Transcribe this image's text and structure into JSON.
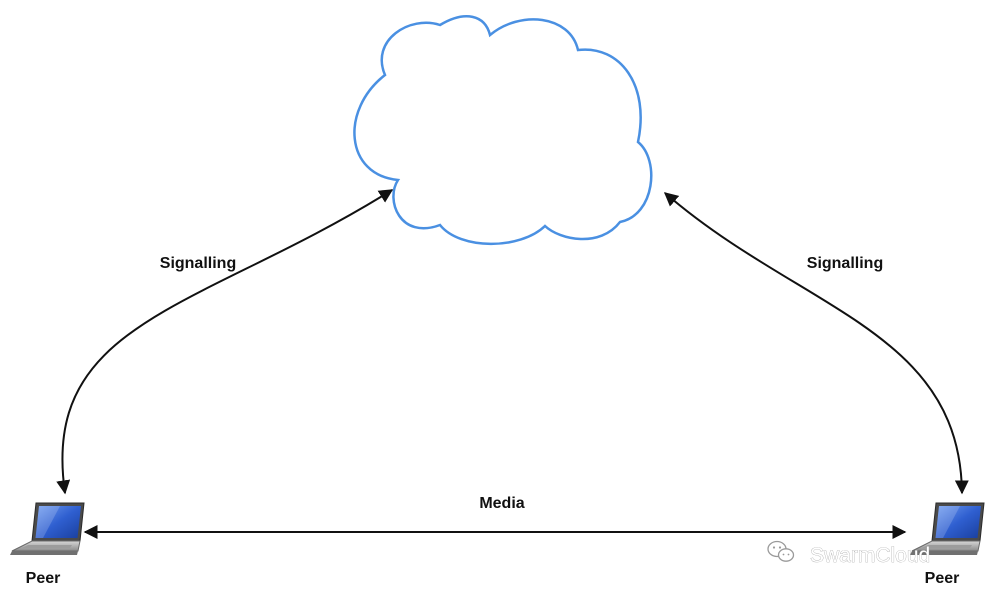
{
  "labels": {
    "signalling_left": "Signalling",
    "signalling_right": "Signalling",
    "media": "Media",
    "peer_left": "Peer",
    "peer_right": "Peer"
  },
  "watermark": {
    "text": "SwarmCloud",
    "icon": "wechat-icon"
  },
  "colors": {
    "cloud_stroke": "#4a90e2",
    "arrow": "#111111",
    "laptop_screen": "#2f5fd0"
  },
  "icons": {
    "server": "cloud-icon",
    "peer": "laptop-icon"
  }
}
